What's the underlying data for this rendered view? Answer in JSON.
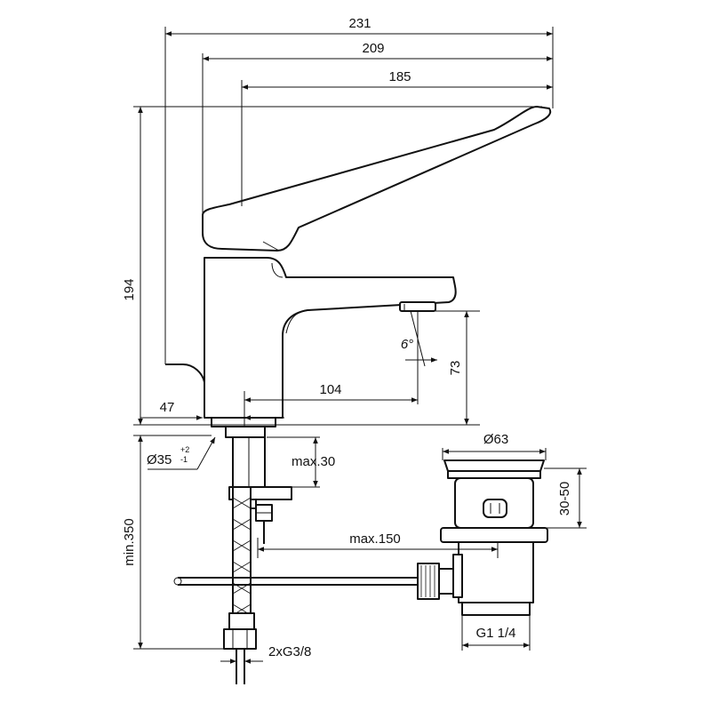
{
  "dimensions": {
    "overall_width": "231",
    "handle_width": "209",
    "spout_reach": "185",
    "height": "194",
    "offset_47": "47",
    "spout_projection": "104",
    "spout_height": "73",
    "angle": "6°",
    "hole_diameter": "Ø35",
    "hole_tol_plus": "+2",
    "hole_tol_minus": "-1",
    "max_thickness": "max.30",
    "min_length": "min.350",
    "max_150": "max.150",
    "waste_diameter": "Ø63",
    "waste_range": "30-50",
    "waste_thread": "G1 1/4",
    "connection": "2xG3/8"
  }
}
